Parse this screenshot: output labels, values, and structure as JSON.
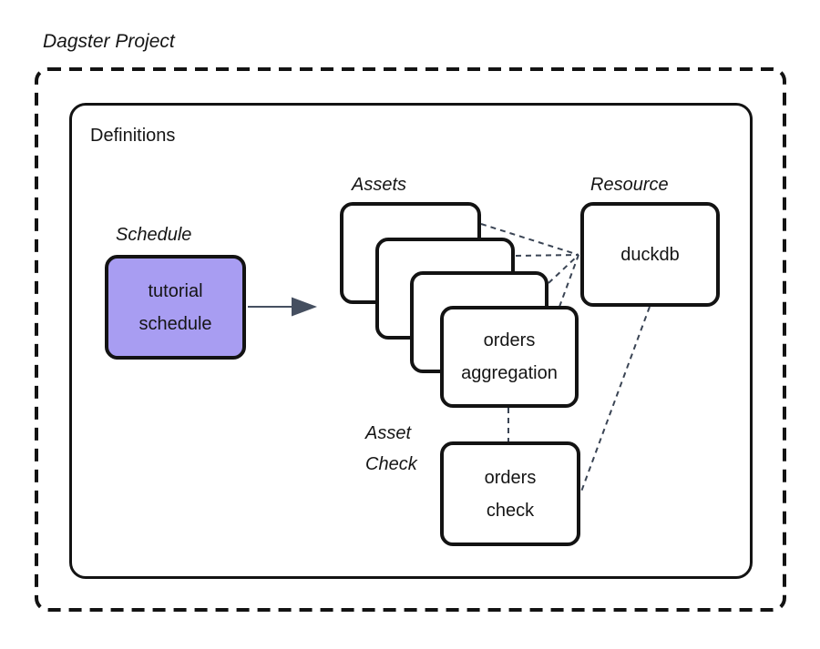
{
  "title": "Dagster Project",
  "definitions": {
    "label": "Definitions"
  },
  "schedule": {
    "label": "Schedule",
    "node": "tutorial\nschedule"
  },
  "assets": {
    "label": "Assets",
    "node": "orders\naggregation",
    "stack_count": 4
  },
  "resource": {
    "label": "Resource",
    "node": "duckdb"
  },
  "asset_check": {
    "label": "Asset\nCheck",
    "node": "orders\ncheck"
  },
  "colors": {
    "background": "#ffffff",
    "text": "#151515",
    "box_border": "#131313",
    "schedule_fill": "#a89df2",
    "connector": "#3a4454",
    "arrow": "#454f60"
  }
}
